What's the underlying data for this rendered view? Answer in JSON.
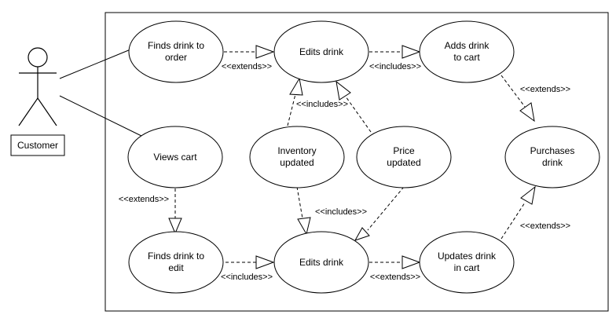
{
  "actor": {
    "label": "Customer"
  },
  "use_cases": {
    "finds_drink_to_order": [
      "Finds drink to",
      "order"
    ],
    "edits_drink_top": [
      "Edits drink"
    ],
    "adds_drink_to_cart": [
      "Adds drink",
      "to cart"
    ],
    "views_cart": [
      "Views cart"
    ],
    "inventory_updated": [
      "Inventory",
      "updated"
    ],
    "price_updated": [
      "Price",
      "updated"
    ],
    "purchases_drink": [
      "Purchases",
      "drink"
    ],
    "finds_drink_to_edit": [
      "Finds drink to",
      "edit"
    ],
    "edits_drink_bottom": [
      "Edits drink"
    ],
    "updates_drink_in_cart": [
      "Updates drink",
      "in cart"
    ]
  },
  "relationships": {
    "extends_order_to_edit": "<<extends>>",
    "includes_edit_to_cart": "<<includes>>",
    "extends_cart_to_purchase": "<<extends>>",
    "includes_inventory_price_top": "<<includes>>",
    "extends_viewcart_to_findedit": "<<extends>>",
    "includes_inventory_price_bottom": "<<includes>>",
    "includes_findedit_to_edit": "<<includes>>",
    "extends_edit_to_updates": "<<extends>>",
    "extends_updates_to_purchase": "<<extends>>"
  }
}
